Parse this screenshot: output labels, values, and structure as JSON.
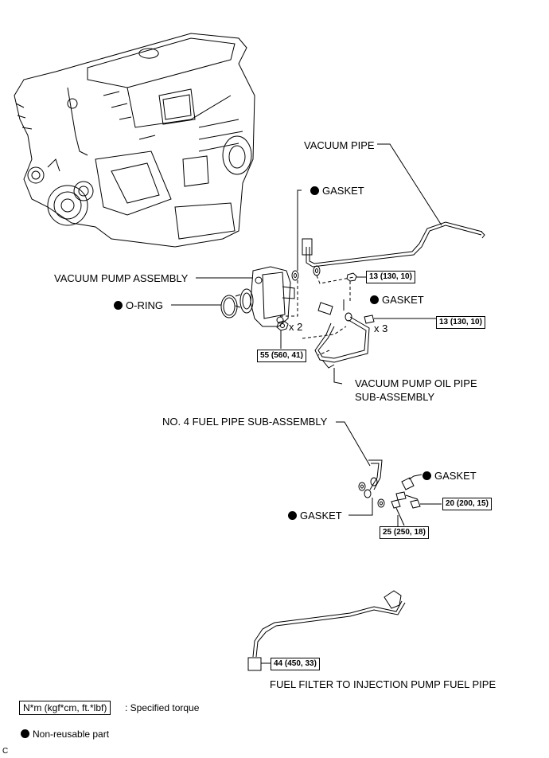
{
  "labels": {
    "vacuum_pipe": "VACUUM PIPE",
    "gasket_1": "GASKET",
    "vacuum_pump_assembly": "VACUUM PUMP ASSEMBLY",
    "o_ring": "O-RING",
    "gasket_2": "GASKET",
    "vacuum_pump_oil_pipe_line1": "VACUUM PUMP OIL PIPE",
    "vacuum_pump_oil_pipe_line2": "SUB-ASSEMBLY",
    "no4_fuel_pipe": "NO. 4 FUEL PIPE SUB-ASSEMBLY",
    "gasket_3": "GASKET",
    "gasket_4": "GASKET",
    "fuel_filter_pipe": "FUEL FILTER TO INJECTION PUMP FUEL PIPE"
  },
  "torques": {
    "t1": "13 (130, 10)",
    "t2": "13 (130, 10)",
    "t3": "55 (560, 41)",
    "t4": "20 (200, 15)",
    "t5": "25 (250, 18)",
    "t6": "44 (450, 33)"
  },
  "quantities": {
    "q1": "x 2",
    "q2": "x 3"
  },
  "legend": {
    "torque_box": "N*m (kgf*cm, ft.*lbf)",
    "torque_desc": ": Specified torque",
    "nonreusable": "Non-reusable part"
  },
  "corner_mark": "C"
}
